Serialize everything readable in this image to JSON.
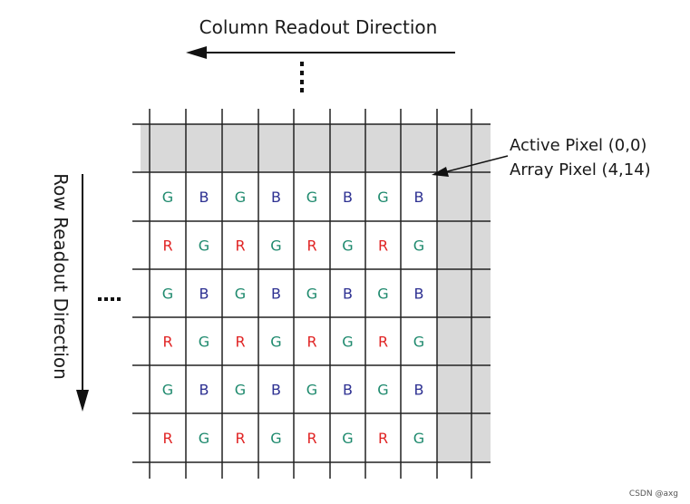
{
  "labels": {
    "column_readout": "Column Readout Direction",
    "row_readout": "Row Readout Direction",
    "active_pixel": "Active Pixel (0,0)",
    "array_pixel": "Array Pixel (4,14)",
    "watermark": "CSDN @axg"
  },
  "bayer_rows": [
    [
      "G",
      "B",
      "G",
      "B",
      "G",
      "B",
      "G",
      "B"
    ],
    [
      "R",
      "G",
      "R",
      "G",
      "R",
      "G",
      "R",
      "G"
    ],
    [
      "G",
      "B",
      "G",
      "B",
      "G",
      "B",
      "G",
      "B"
    ],
    [
      "R",
      "G",
      "R",
      "G",
      "R",
      "G",
      "R",
      "G"
    ],
    [
      "G",
      "B",
      "G",
      "B",
      "G",
      "B",
      "G",
      "B"
    ],
    [
      "R",
      "G",
      "R",
      "G",
      "R",
      "G",
      "R",
      "G"
    ]
  ],
  "colors": {
    "R": "#e02424",
    "G": "#1f8a6e",
    "B": "#2e3192",
    "inactive_region": "#d9d9d9",
    "grid_line": "#222222",
    "arrow": "#111111"
  }
}
